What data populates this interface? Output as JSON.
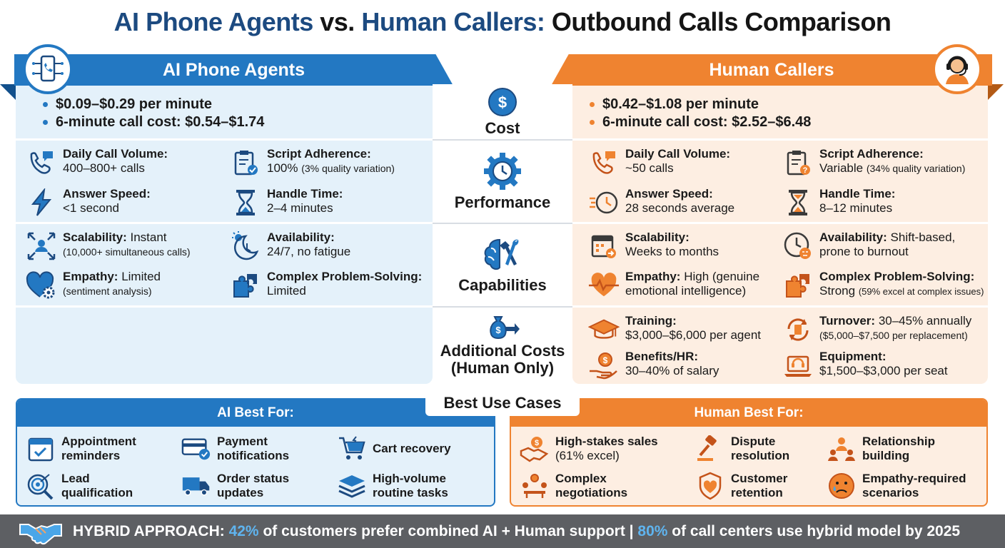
{
  "title": {
    "part1": "AI Phone Agents",
    "part2": "vs.",
    "part3": "Human Callers:",
    "part4": "Outbound Calls Comparison"
  },
  "colors": {
    "ai": "#2378c2",
    "human": "#ef8330",
    "navy": "#1c4a80"
  },
  "ai": {
    "header": "AI Phone Agents",
    "cost": [
      "$0.09–$0.29 per minute",
      "6-minute call cost: $0.54–$1.74"
    ],
    "performance": [
      {
        "icon": "phone-chat-icon",
        "label": "Daily Call Volume:",
        "value": "400–800+ calls"
      },
      {
        "icon": "clipboard-check-icon",
        "label": "Script Adherence:",
        "value": "100%",
        "note": "(3% quality variation)"
      },
      {
        "icon": "lightning-icon",
        "label": "Answer Speed:",
        "value": "<1 second"
      },
      {
        "icon": "hourglass-icon",
        "label": "Handle Time:",
        "value": "2–4 minutes"
      }
    ],
    "capabilities": [
      {
        "icon": "scale-arrows-icon",
        "label": "Scalability:",
        "value": "Instant",
        "note": "(10,000+ simultaneous calls)"
      },
      {
        "icon": "clock-moon-icon",
        "label": "Availability:",
        "value": "24/7, no fatigue"
      },
      {
        "icon": "heart-gear-icon",
        "label": "Empathy:",
        "value": "Limited",
        "note": "(sentiment analysis)"
      },
      {
        "icon": "puzzle-icon",
        "label": "Complex Problem-Solving:",
        "value": "Limited"
      }
    ]
  },
  "center": {
    "cost": "Cost",
    "performance": "Performance",
    "capabilities": "Capabilities",
    "additional_line1": "Additional Costs",
    "additional_line2": "(Human Only)"
  },
  "human": {
    "header": "Human Callers",
    "cost": [
      "$0.42–$1.08 per minute",
      "6-minute call cost: $2.52–$6.48"
    ],
    "performance": [
      {
        "icon": "phone-chat-icon",
        "label": "Daily Call Volume:",
        "value": "~50 calls"
      },
      {
        "icon": "clipboard-warning-icon",
        "label": "Script Adherence:",
        "value": "Variable",
        "note": "(34% quality variation)"
      },
      {
        "icon": "clock-speed-icon",
        "label": "Answer Speed:",
        "value": "28 seconds average"
      },
      {
        "icon": "hourglass-icon",
        "label": "Handle Time:",
        "value": "8–12 minutes"
      }
    ],
    "capabilities": [
      {
        "icon": "calendar-arrow-icon",
        "label": "Scalability:",
        "value": "Weeks to months"
      },
      {
        "icon": "clock-tired-icon",
        "label": "Availability:",
        "value": "Shift-based, prone to burnout"
      },
      {
        "icon": "heart-pulse-icon",
        "label": "Empathy:",
        "value": "High (genuine emotional intelligence)"
      },
      {
        "icon": "puzzle-icon",
        "label": "Complex Problem-Solving:",
        "value": "Strong",
        "note": "(59% excel at complex issues)"
      }
    ],
    "additional": [
      {
        "icon": "graduation-cap-icon",
        "label": "Training:",
        "value": "$3,000–$6,000 per agent"
      },
      {
        "icon": "turnover-cycle-icon",
        "label": "Turnover:",
        "value": "30–45% annually",
        "note": "($5,000–$7,500 per replacement)"
      },
      {
        "icon": "hand-coin-icon",
        "label": "Benefits/HR:",
        "value": "30–40% of salary"
      },
      {
        "icon": "laptop-headset-icon",
        "label": "Equipment:",
        "value": "$1,500–$3,000 per seat"
      }
    ]
  },
  "best_use": {
    "title": "Best Use Cases",
    "ai_header": "AI Best For:",
    "human_header": "Human Best For:",
    "ai_items": [
      {
        "icon": "calendar-check-icon",
        "text": "Appointment reminders"
      },
      {
        "icon": "credit-card-icon",
        "text": "Payment notifications"
      },
      {
        "icon": "cart-icon",
        "text": "Cart recovery"
      },
      {
        "icon": "target-magnifier-icon",
        "text": "Lead qualification"
      },
      {
        "icon": "truck-icon",
        "text": "Order status updates"
      },
      {
        "icon": "layers-icon",
        "text": "High-volume routine tasks"
      }
    ],
    "human_items": [
      {
        "icon": "handshake-money-icon",
        "text": "High-stakes sales",
        "note": "(61% excel)"
      },
      {
        "icon": "gavel-icon",
        "text": "Dispute resolution"
      },
      {
        "icon": "people-network-icon",
        "text": "Relationship building"
      },
      {
        "icon": "negotiation-icon",
        "text": "Complex negotiations"
      },
      {
        "icon": "shield-heart-icon",
        "text": "Customer retention"
      },
      {
        "icon": "sad-face-icon",
        "text": "Empathy-required scenarios"
      }
    ]
  },
  "footer": {
    "prefix": "HYBRID APPROACH:",
    "pct1": "42%",
    "mid": "of customers prefer combined AI + Human support |",
    "pct2": "80%",
    "suffix": "of call centers use hybrid model by 2025"
  }
}
